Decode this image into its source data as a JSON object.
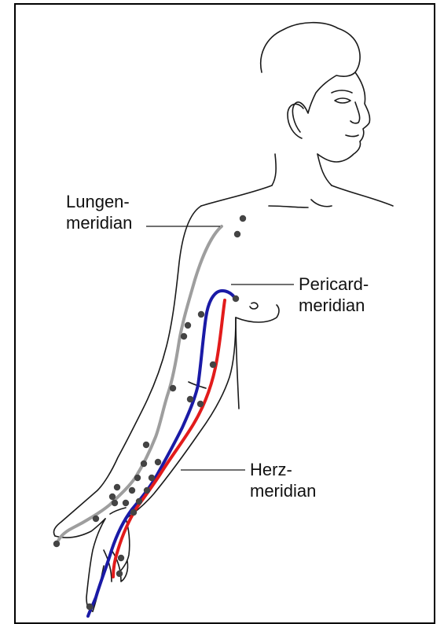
{
  "labels": {
    "lung": "Lungen-\nmeridian",
    "pericard": "Pericard-\nmeridian",
    "heart": "Herz-\nmeridian"
  },
  "meridians": [
    {
      "key": "lung",
      "color": "#9e9e9e"
    },
    {
      "key": "pericard",
      "color": "#1a1aa6"
    },
    {
      "key": "heart",
      "color": "#e21b1b"
    }
  ],
  "colors": {
    "outline": "#1a1a1a",
    "acupoint": "#444444",
    "border": "#000000"
  }
}
